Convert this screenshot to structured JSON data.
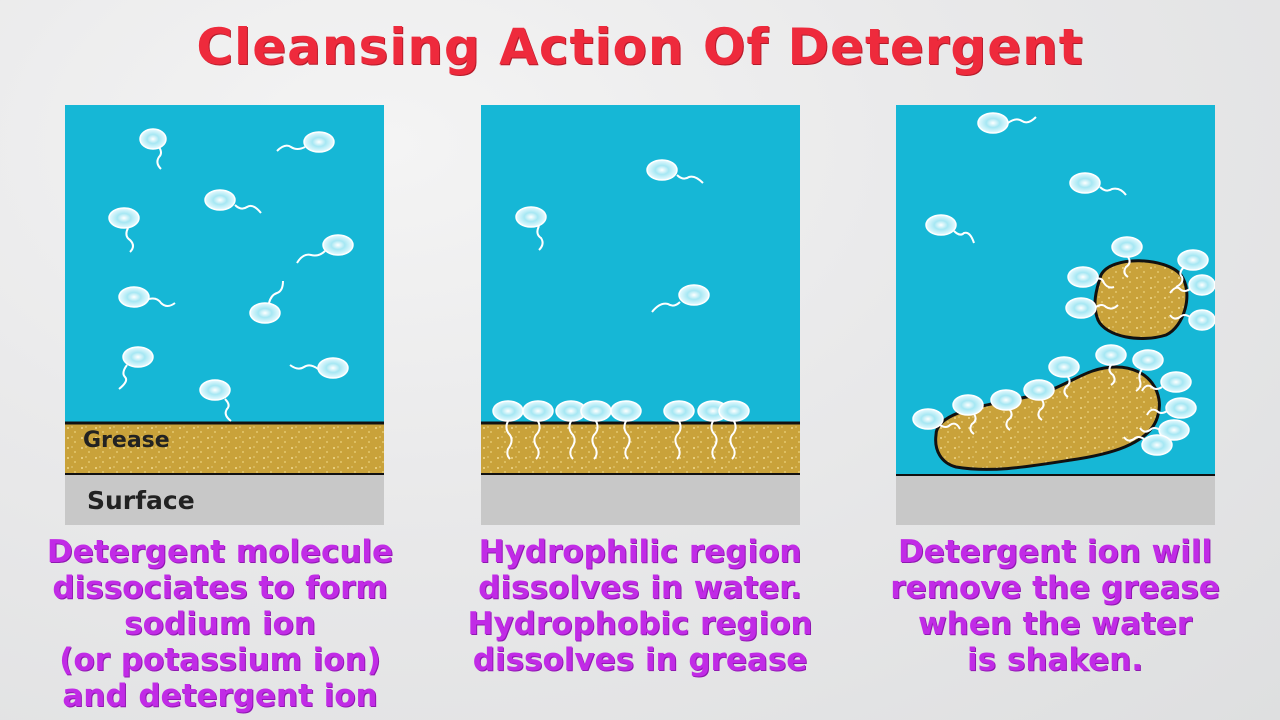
{
  "title": "Cleansing Action Of Detergent",
  "colors": {
    "water": "#16b7d6",
    "grease": "#c9a23a",
    "surface": "#c8c8c8",
    "title": "#ee2a3c",
    "caption": "#c12be6"
  },
  "panels": [
    {
      "grease_label": "Grease",
      "surface_label": "Surface",
      "caption_lines": [
        "Detergent molecule",
        "dissociates to form",
        "sodium ion",
        "(or potassium ion)",
        "and detergent ion"
      ]
    },
    {
      "caption_lines": [
        "Hydrophilic region",
        "dissolves in water.",
        "Hydrophobic region",
        "dissolves in grease"
      ]
    },
    {
      "caption_lines": [
        "Detergent ion will",
        "remove the grease",
        "when the water",
        "is shaken."
      ]
    }
  ]
}
